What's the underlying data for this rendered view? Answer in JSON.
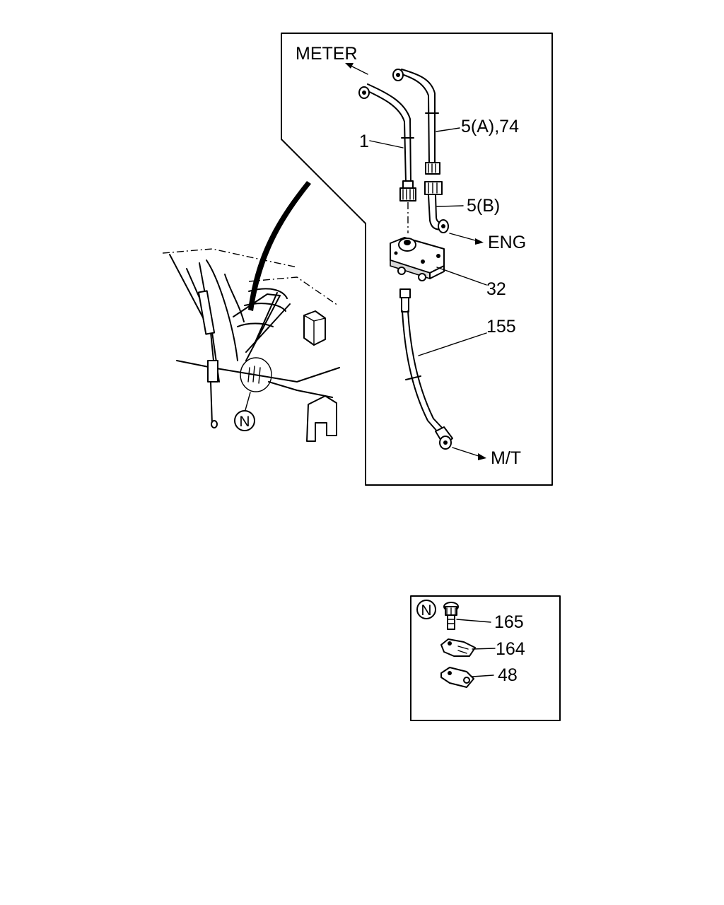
{
  "callouts": {
    "meter": "METER",
    "eng": "ENG",
    "mt": "M/T"
  },
  "parts": {
    "p1": "1",
    "p5a74": "5(A),74",
    "p5b": "5(B)",
    "p32": "32",
    "p155": "155"
  },
  "detail_n": {
    "marker": "N",
    "p165": "165",
    "p164": "164",
    "p48": "48"
  },
  "locator_marker": "N"
}
